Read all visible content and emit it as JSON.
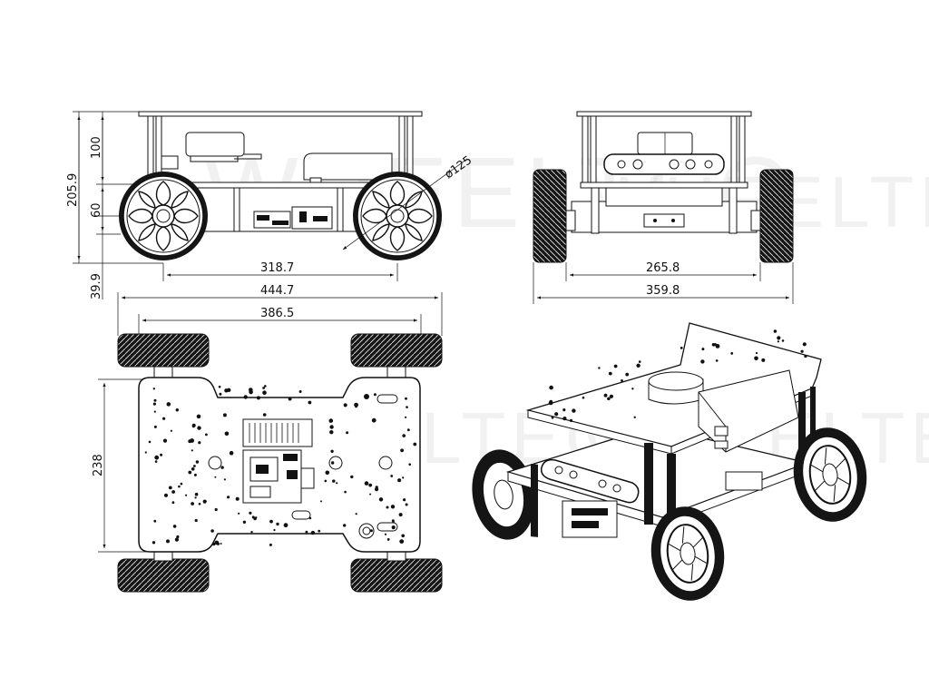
{
  "watermark": "WHEELTEC",
  "side_view": {
    "height_total": "205.9",
    "upper_height": "100",
    "wheel_center_height": "60",
    "ground_clearance": "39.9",
    "wheelbase": "318.7",
    "wheel_diameter": "ø125"
  },
  "front_view": {
    "track_inner": "265.8",
    "track_outer": "359.8"
  },
  "top_view": {
    "overall_length": "444.7",
    "axle_span": "386.5",
    "width": "238"
  }
}
